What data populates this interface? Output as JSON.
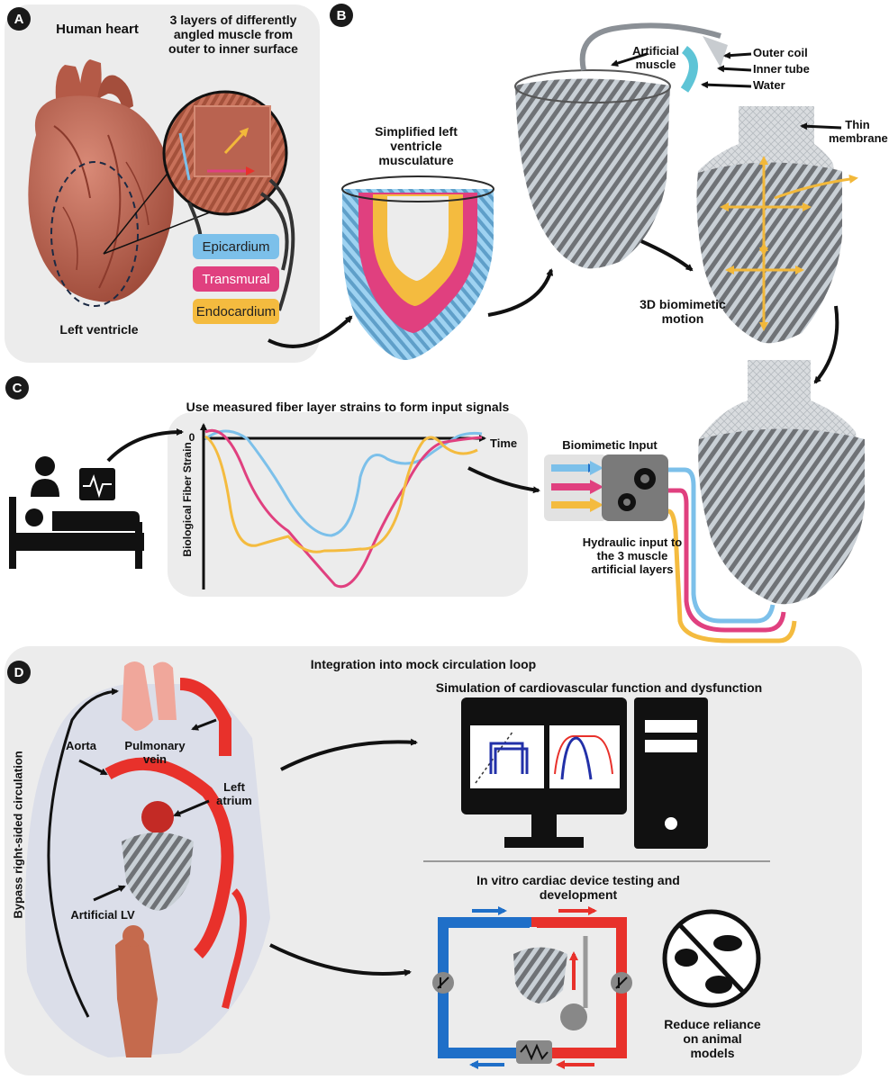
{
  "panels": {
    "a": {
      "badge": "A",
      "title": "Human heart",
      "layers_caption": "3 layers of differently angled muscle from outer to inner surface",
      "left_ventricle": "Left ventricle",
      "layers": [
        {
          "name": "Epicardium",
          "color": "#7cc0ea"
        },
        {
          "name": "Transmural",
          "color": "#e0407f"
        },
        {
          "name": "Endocardium",
          "color": "#f4bb3f"
        }
      ]
    },
    "b": {
      "badge": "B",
      "simplified_caption": "Simplified left ventricle musculature",
      "artificial_muscle": "Artificial muscle",
      "outer_coil": "Outer coil",
      "inner_tube": "Inner tube",
      "water": "Water",
      "thin_membrane": "Thin membrane",
      "motion_caption": "3D biomimetic motion"
    },
    "c": {
      "badge": "C",
      "title": "Use measured fiber layer strains to form input signals",
      "y_axis": "Biological Fiber Strain",
      "zero": "0",
      "time": "Time",
      "biomimetic_input": "Biomimetic Input",
      "hydraulic_caption": "Hydraulic input to the 3 muscle artificial layers"
    },
    "d": {
      "badge": "D",
      "title": "Integration into mock circulation loop",
      "bypass": "Bypass right-sided circulation",
      "aorta": "Aorta",
      "pulmonary_vein": "Pulmonary vein",
      "left_atrium": "Left atrium",
      "artificial_lv": "Artificial LV",
      "simulation": "Simulation of cardiovascular function and dysfunction",
      "in_vitro": "In vitro cardiac device testing and development",
      "reduce": "Reduce reliance on animal models"
    }
  },
  "colors": {
    "epicardium": "#7cc0ea",
    "transmural": "#e0407f",
    "endocardium": "#f4bb3f",
    "arterial": "#e8312b",
    "venous": "#1f6fc8"
  }
}
